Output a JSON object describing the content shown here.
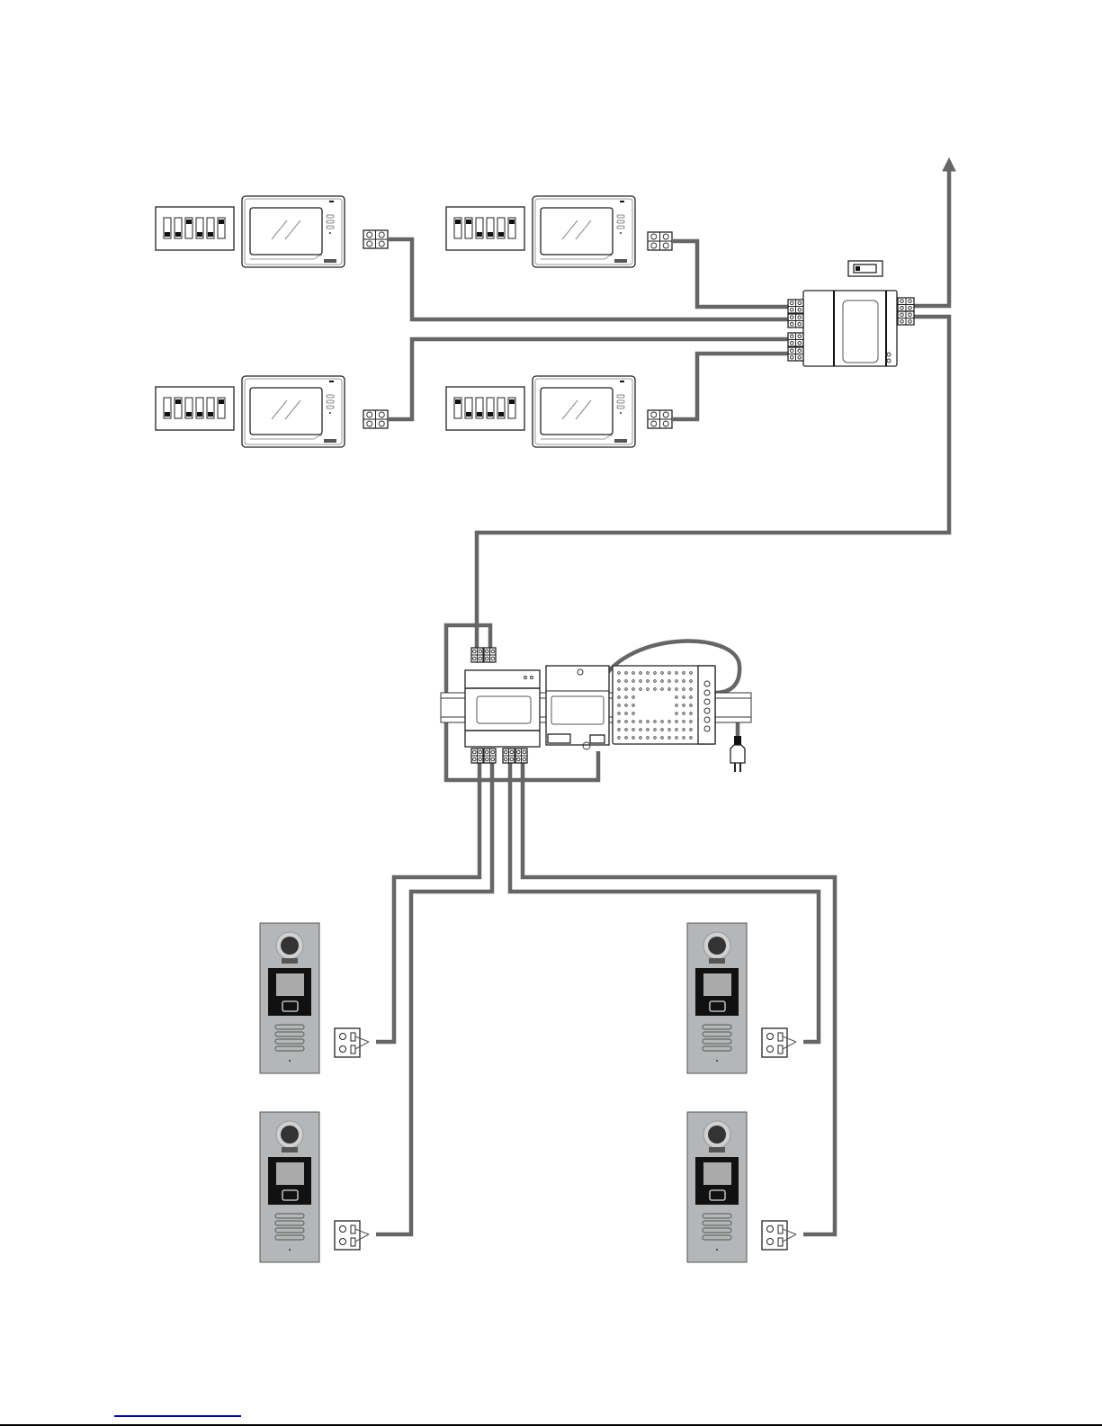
{
  "colors": {
    "wire": "#666666",
    "outline": "#222222",
    "panel": "#b4b6b8",
    "link": "#0000cc"
  },
  "monitors": [
    {
      "id": "monitor-1",
      "dip_switches_on": [
        false,
        false,
        true,
        false,
        false,
        true
      ]
    },
    {
      "id": "monitor-2",
      "dip_switches_on": [
        true,
        true,
        false,
        false,
        false,
        true
      ]
    },
    {
      "id": "monitor-3",
      "dip_switches_on": [
        false,
        true,
        false,
        false,
        false,
        true
      ]
    },
    {
      "id": "monitor-4",
      "dip_switches_on": [
        true,
        false,
        false,
        false,
        false,
        true
      ]
    }
  ],
  "distributor": {
    "switch_on": false
  },
  "door_stations": [
    {
      "id": "door-station-1"
    },
    {
      "id": "door-station-2"
    },
    {
      "id": "door-station-3"
    },
    {
      "id": "door-station-4"
    }
  ]
}
